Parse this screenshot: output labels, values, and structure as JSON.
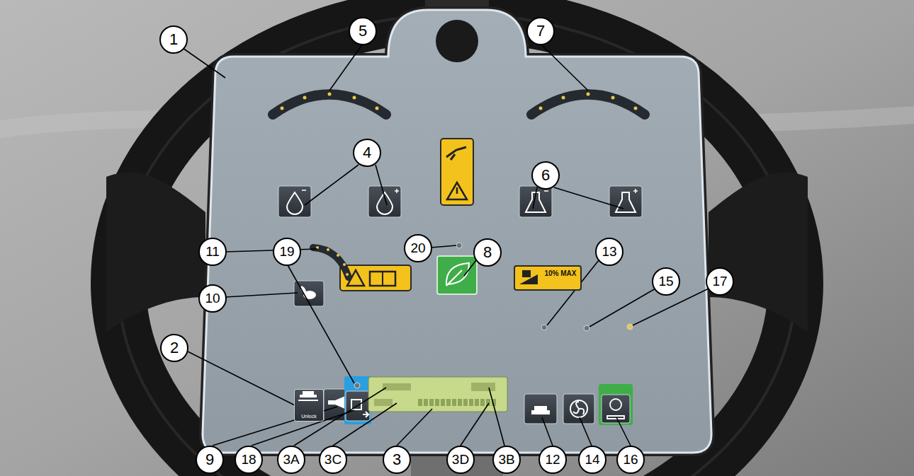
{
  "diagram": {
    "nodes": [
      {
        "text": [
          "Unlock"
        ]
      },
      {
        "text": [
          "10% MAX"
        ]
      }
    ],
    "labels": [
      "1",
      "5",
      "7",
      "4",
      "6",
      "11",
      "19",
      "20",
      "8",
      "13",
      "15",
      "17",
      "10",
      "2",
      "9",
      "18",
      "3A",
      "3C",
      "3",
      "3D",
      "3B",
      "12",
      "14",
      "16"
    ]
  }
}
